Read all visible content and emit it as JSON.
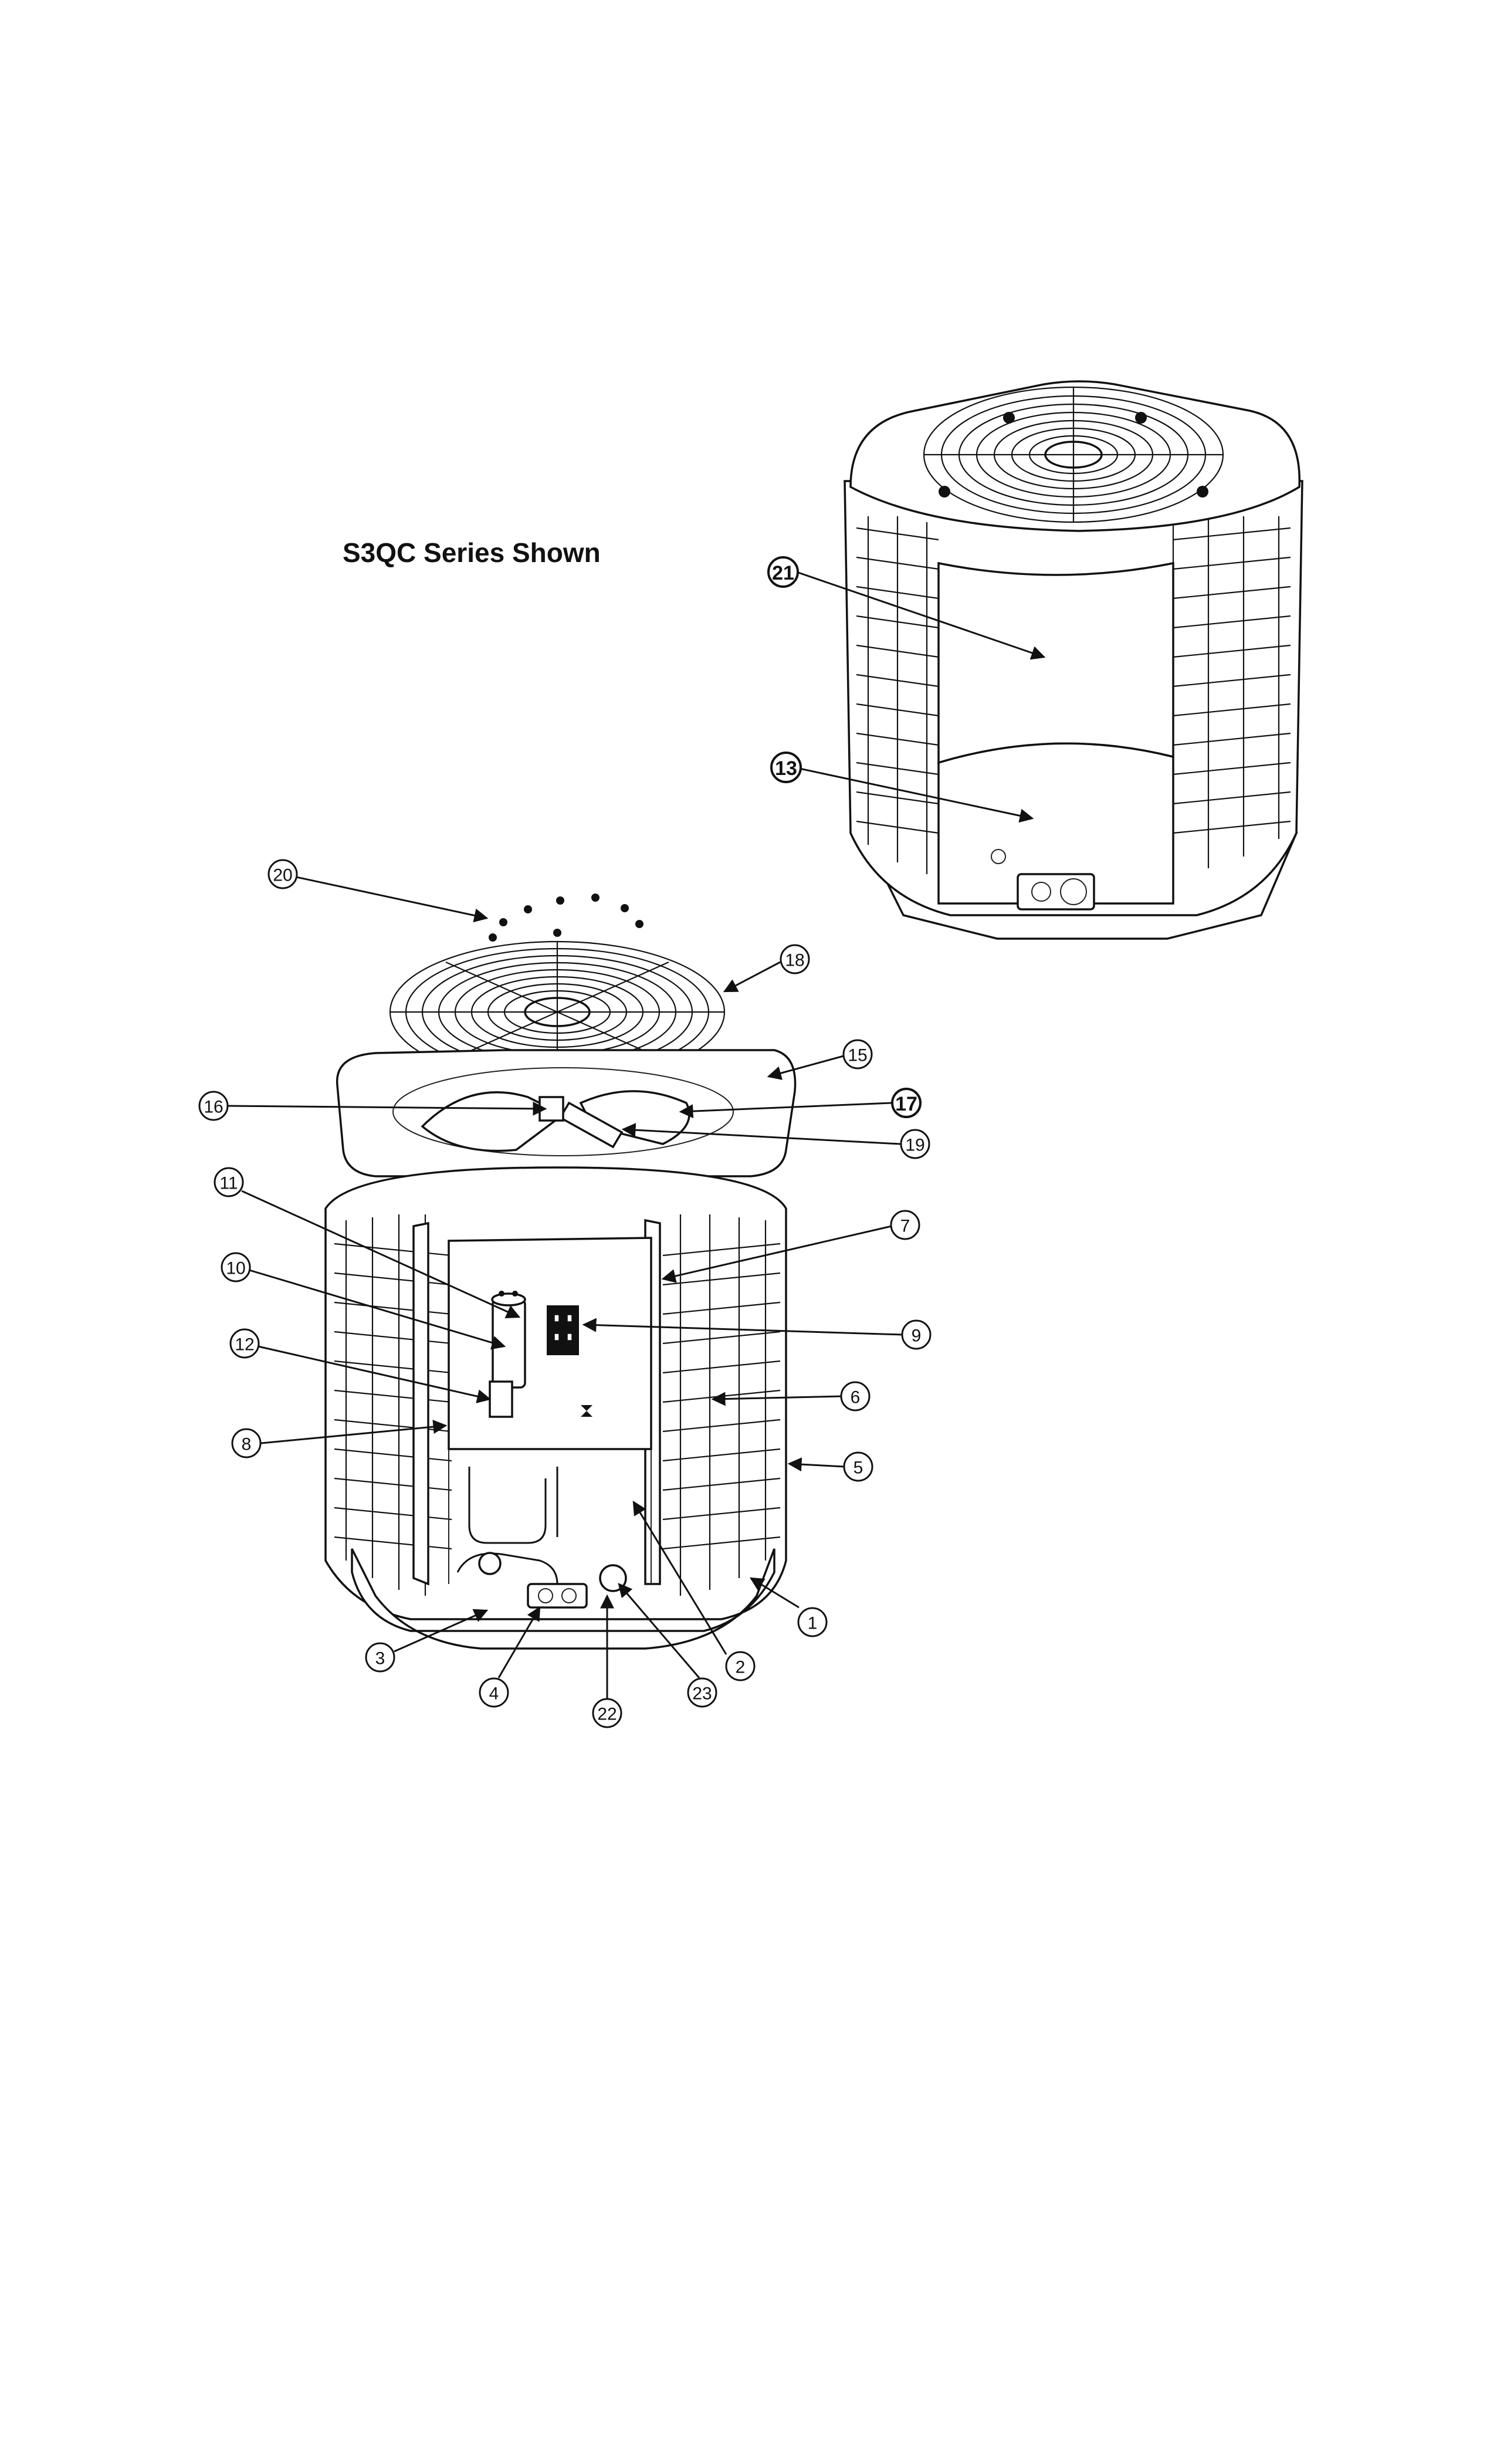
{
  "title": "S3QC Series Shown",
  "callouts": [
    {
      "id": "1",
      "label": "1"
    },
    {
      "id": "2",
      "label": "2"
    },
    {
      "id": "3",
      "label": "3"
    },
    {
      "id": "4",
      "label": "4"
    },
    {
      "id": "5",
      "label": "5"
    },
    {
      "id": "6",
      "label": "6"
    },
    {
      "id": "7",
      "label": "7"
    },
    {
      "id": "8",
      "label": "8"
    },
    {
      "id": "9",
      "label": "9"
    },
    {
      "id": "10",
      "label": "10"
    },
    {
      "id": "11",
      "label": "11"
    },
    {
      "id": "12",
      "label": "12"
    },
    {
      "id": "13",
      "label": "13"
    },
    {
      "id": "15",
      "label": "15"
    },
    {
      "id": "16",
      "label": "16"
    },
    {
      "id": "17",
      "label": "17"
    },
    {
      "id": "18",
      "label": "18"
    },
    {
      "id": "19",
      "label": "19"
    },
    {
      "id": "20",
      "label": "20"
    },
    {
      "id": "21",
      "label": "21"
    },
    {
      "id": "22",
      "label": "22"
    },
    {
      "id": "23",
      "label": "23"
    }
  ]
}
